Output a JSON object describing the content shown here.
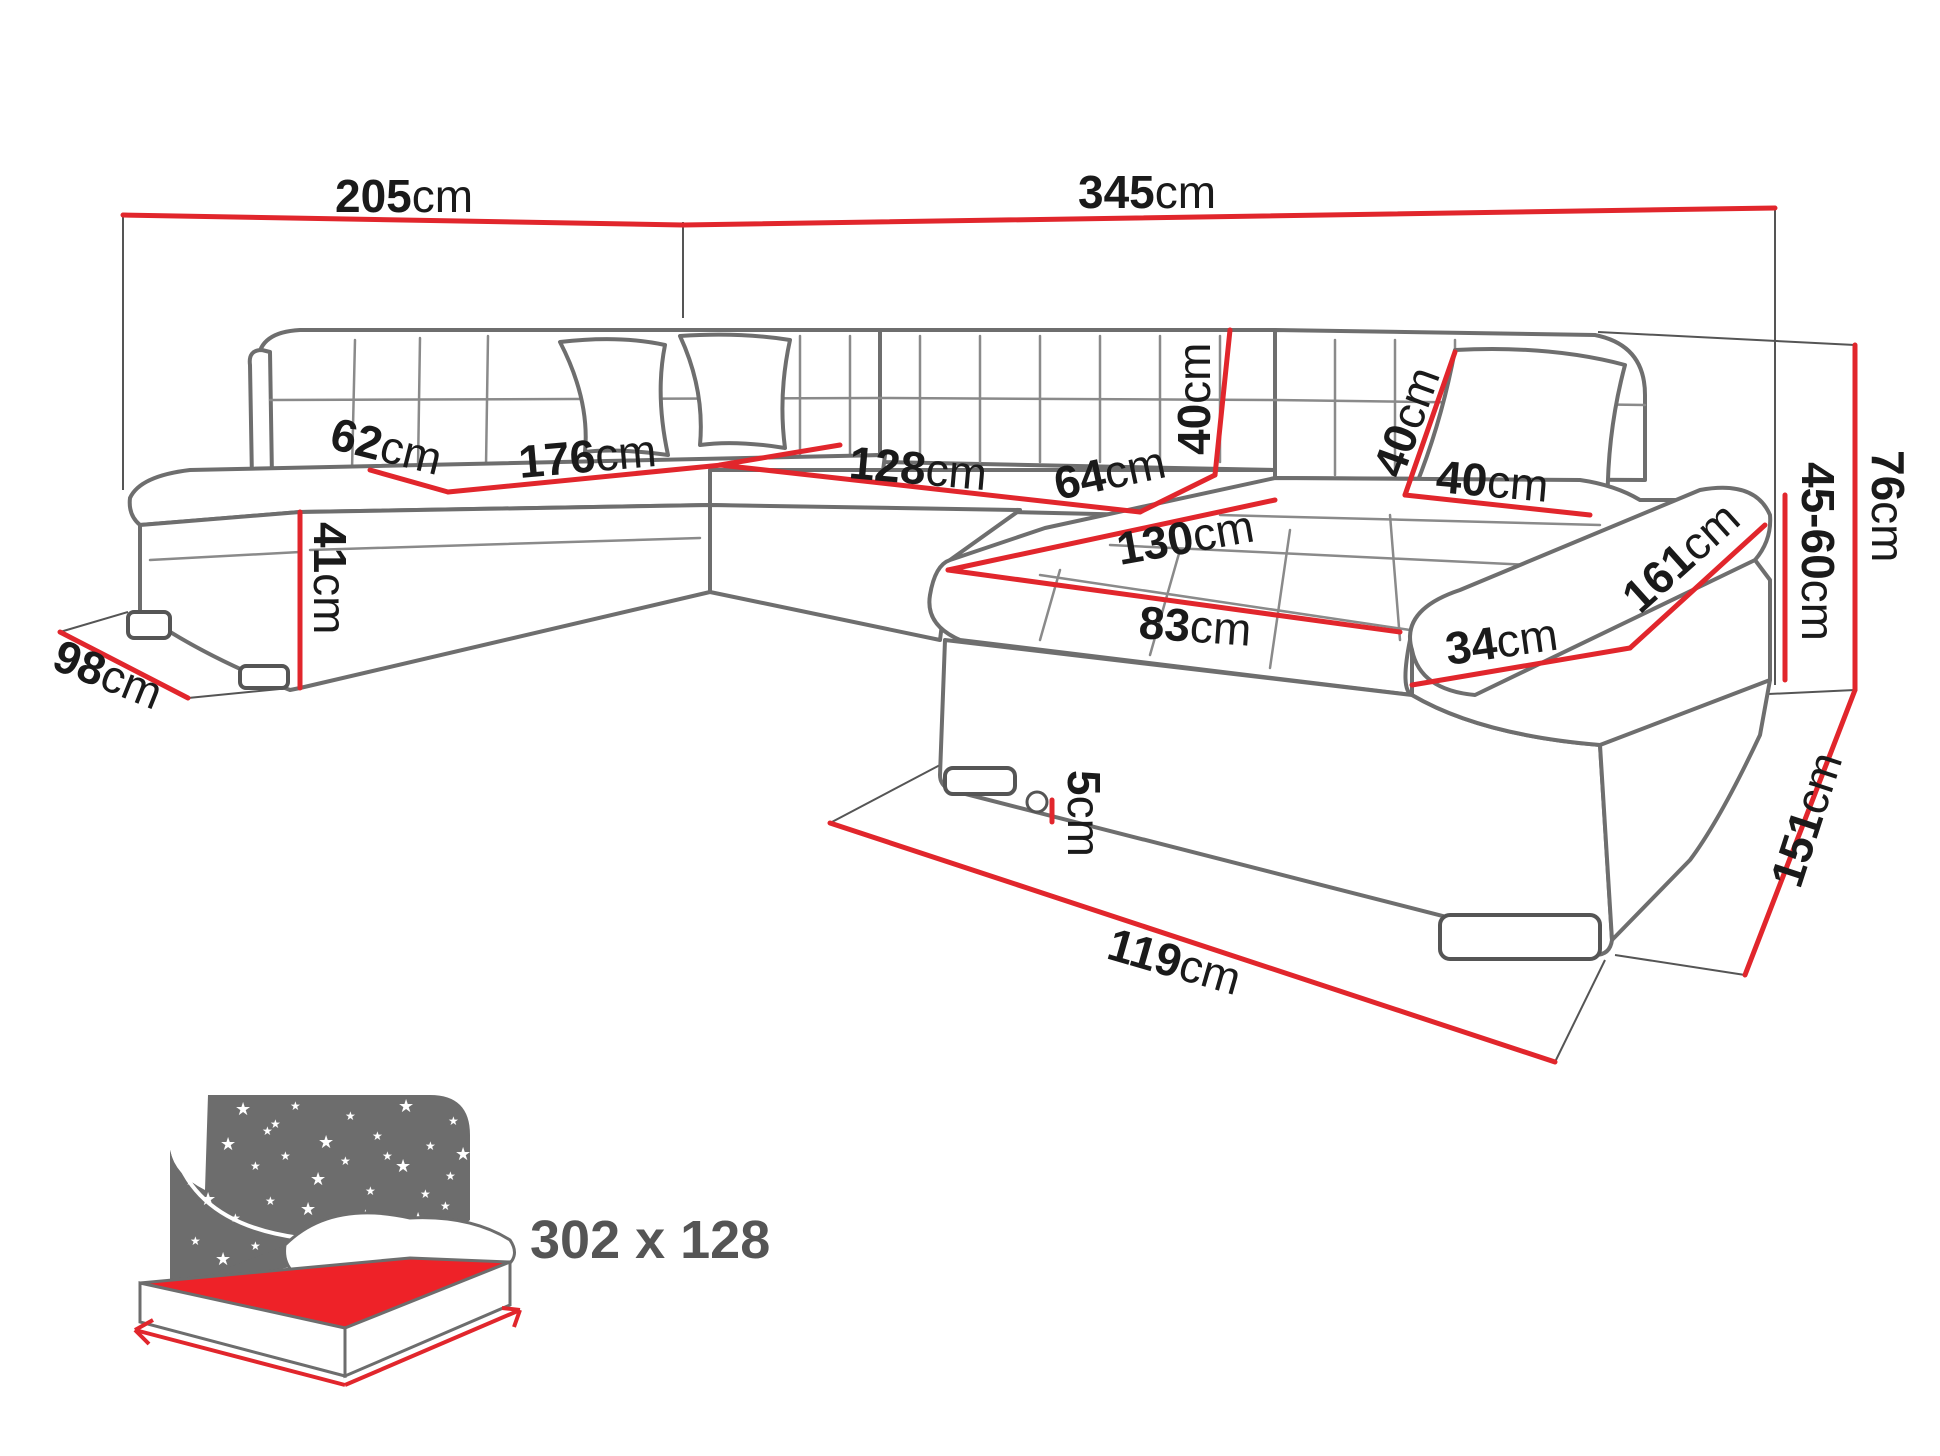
{
  "dimensions": [
    {
      "id": "overall-width-left",
      "num": "205",
      "unit": "cm"
    },
    {
      "id": "overall-width-right",
      "num": "345",
      "unit": "cm"
    },
    {
      "id": "left-seat-depth",
      "num": "62",
      "unit": "cm"
    },
    {
      "id": "left-seat-width",
      "num": "176",
      "unit": "cm"
    },
    {
      "id": "middle-seat-width",
      "num": "128",
      "unit": "cm"
    },
    {
      "id": "middle-seat-depth",
      "num": "64",
      "unit": "cm"
    },
    {
      "id": "backrest-height-middle",
      "num": "40",
      "unit": "cm"
    },
    {
      "id": "backrest-height-right",
      "num": "40",
      "unit": "cm"
    },
    {
      "id": "cushion-width",
      "num": "40",
      "unit": "cm"
    },
    {
      "id": "chaise-width",
      "num": "130",
      "unit": "cm"
    },
    {
      "id": "chaise-seat-depth",
      "num": "83",
      "unit": "cm"
    },
    {
      "id": "armrest-width",
      "num": "34",
      "unit": "cm"
    },
    {
      "id": "armrest-length",
      "num": "161",
      "unit": "cm"
    },
    {
      "id": "armrest-height",
      "num": "45-60",
      "unit": "cm"
    },
    {
      "id": "total-height",
      "num": "76",
      "unit": "cm"
    },
    {
      "id": "left-seat-height",
      "num": "41",
      "unit": "cm"
    },
    {
      "id": "left-depth",
      "num": "98",
      "unit": "cm"
    },
    {
      "id": "leg-height",
      "num": "5",
      "unit": "cm"
    },
    {
      "id": "chaise-front-width",
      "num": "119",
      "unit": "cm"
    },
    {
      "id": "chaise-length",
      "num": "151",
      "unit": "cm"
    }
  ],
  "bed": {
    "size": "302 x 128"
  },
  "colors": {
    "dimension_line": "#e1262c",
    "outline": "#6e6e6e",
    "bed_surface": "#ee2228",
    "night_sky": "#6d6d6d"
  }
}
